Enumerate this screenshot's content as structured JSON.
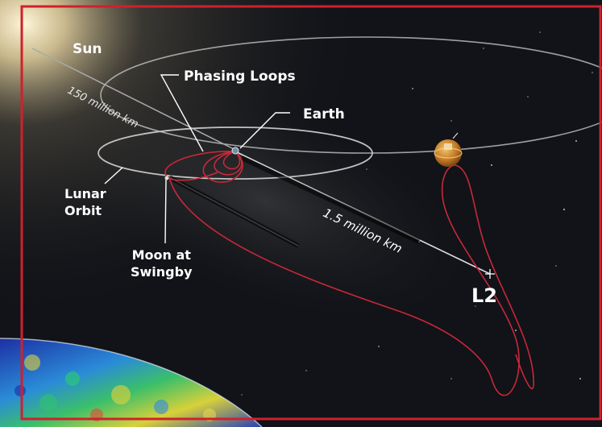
{
  "labels": {
    "sun": "Sun",
    "phasing_loops": "Phasing Loops",
    "earth": "Earth",
    "lunar_orbit": [
      "Lunar",
      "Orbit"
    ],
    "moon_at_swingby": [
      "Moon at",
      "Swingby"
    ],
    "l2": "L2",
    "sun_distance": "150 million km",
    "l2_distance": "1.5 million km"
  },
  "colors": {
    "frame": "#d0202c",
    "trajectory": "#c8283a",
    "orbit": "#b9b9b9",
    "background": "#0b0d12"
  }
}
